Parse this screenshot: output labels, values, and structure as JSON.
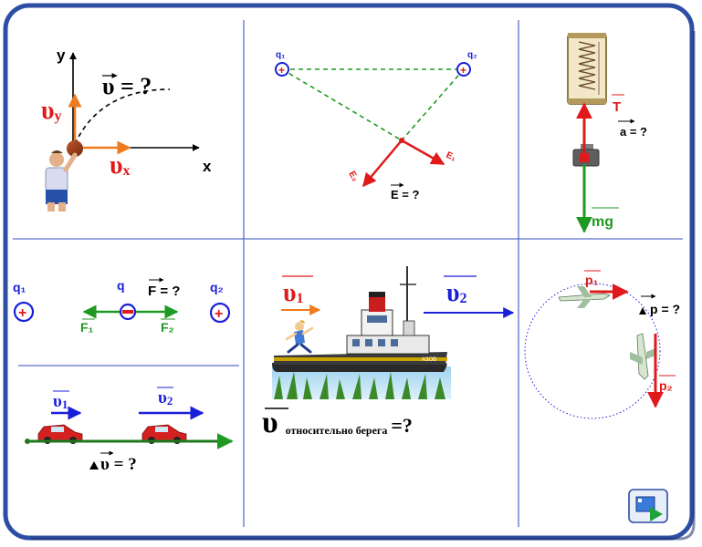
{
  "colors": {
    "frame": "#2d4ea3",
    "divider": "#5b6fc9",
    "velocity_blue": "#1a1fd8",
    "red": "#e0191b",
    "orange": "#f07a1e",
    "green": "#1e9a22",
    "dark_green": "#1f7a1f"
  },
  "panel_projectile": {
    "axis_y": "y",
    "axis_x": "x",
    "v_label": "υ = ?",
    "vy_label": "υ",
    "vy_sub": "y",
    "vx_label": "υ",
    "vx_sub": "x"
  },
  "panel_charges_field": {
    "q1": "q₁",
    "q2": "q₂",
    "e1": "E₁",
    "e2": "E₂",
    "e_question": "E = ?"
  },
  "panel_spring": {
    "t_label": "T",
    "a_label": "a = ?",
    "mg_label": "mg"
  },
  "panel_coulomb": {
    "q1": "q₁",
    "q": "q",
    "q2": "q₂",
    "f_question": "F = ?",
    "f1": "F₁",
    "f2": "F₂"
  },
  "panel_boat": {
    "v1_label": "υ",
    "v1_sub": "1",
    "v2_label": "υ",
    "v2_sub": "2",
    "v_label": "υ",
    "relative_text": "относительно берега",
    "question": "=?",
    "boat_name": "АЗОВ"
  },
  "panel_cars": {
    "v1_label": "υ",
    "v1_sub": "1",
    "v2_label": "υ",
    "v2_sub": "2",
    "delta_question": "υ = ?"
  },
  "panel_momentum": {
    "p1_label": "p₁",
    "p2_label": "p₂",
    "dp_question": "p = ?"
  },
  "nav": {
    "button_icon": "film-icon"
  }
}
